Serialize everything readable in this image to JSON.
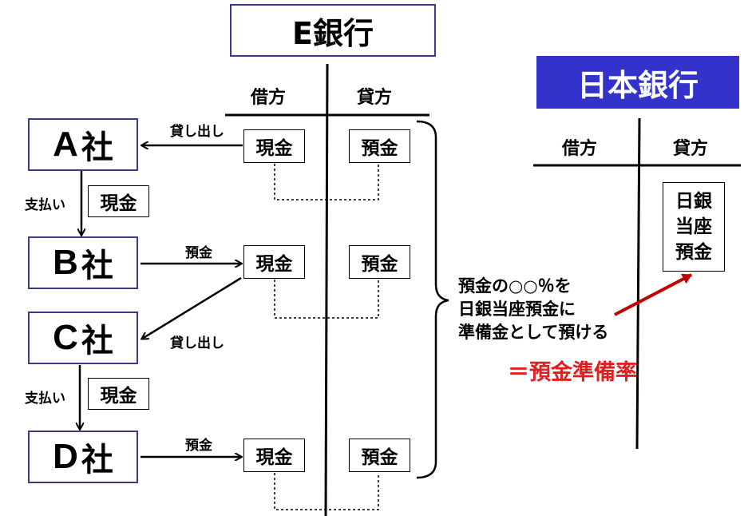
{
  "e_bank": {
    "title": "E銀行",
    "debit_label": "借方",
    "credit_label": "貸方"
  },
  "boj": {
    "title": "日本銀行",
    "debit_label": "借方",
    "credit_label": "貸方",
    "deposit_lines": [
      "日銀",
      "当座",
      "預金"
    ]
  },
  "companies": [
    {
      "letter": "A",
      "suffix": "社"
    },
    {
      "letter": "B",
      "suffix": "社"
    },
    {
      "letter": "C",
      "suffix": "社"
    },
    {
      "letter": "D",
      "suffix": "社"
    }
  ],
  "ledger_rows": [
    {
      "debit": "現金",
      "credit": "預金"
    },
    {
      "debit": "現金",
      "credit": "預金"
    },
    {
      "debit": "現金",
      "credit": "預金"
    }
  ],
  "arrows": {
    "loan_a": "貸し出し",
    "pay_ab": "支払い",
    "pay_ab_item": "現金",
    "deposit_b": "預金",
    "loan_c": "貸し出し",
    "pay_cd": "支払い",
    "pay_cd_item": "現金",
    "deposit_d": "預金"
  },
  "reserve_note": {
    "lines": [
      "預金の○○％を",
      "日銀当座預金に",
      "準備金として預ける"
    ],
    "equation": "＝預金準備率"
  },
  "colors": {
    "title_border": "#3a3a8a",
    "boj_fill": "#3333cc",
    "emphasis_red": "#e02020",
    "arrow_dark_red": "#c00000"
  }
}
